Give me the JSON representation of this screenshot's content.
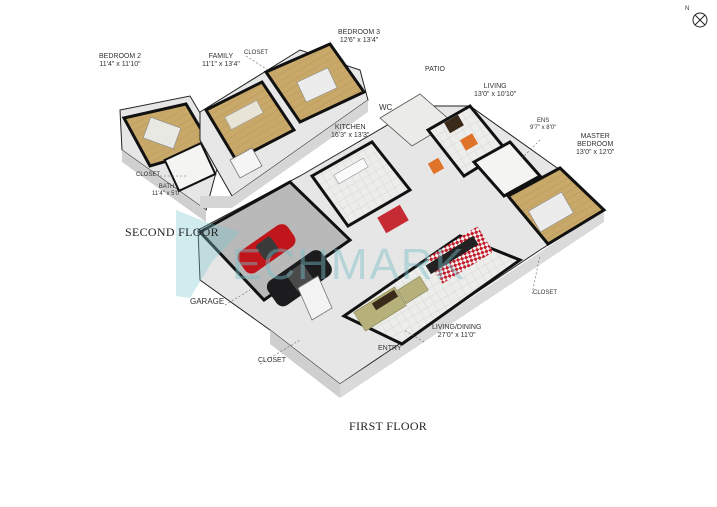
{
  "compass": {
    "letter": "N"
  },
  "watermark": {
    "text": "ECHMARK"
  },
  "floors": {
    "second": "SECOND FLOOR",
    "first": "FIRST FLOOR"
  },
  "rooms": {
    "bedroom2": {
      "name": "BEDROOM 2",
      "dim": "11'4\" x 11'10\""
    },
    "family": {
      "name": "FAMILY",
      "dim": "11'1\" x 13'4\""
    },
    "closet_top": {
      "name": "CLOSET"
    },
    "bedroom3": {
      "name": "BEDROOM 3",
      "dim": "12'6\" x 13'4\""
    },
    "patio": {
      "name": "PATIO"
    },
    "wc": {
      "name": "WC"
    },
    "living": {
      "name": "LIVING",
      "dim": "13'0\" x 10'10\""
    },
    "kitchen": {
      "name": "KITCHEN",
      "dim": "16'3\" x 13'3\""
    },
    "ens": {
      "name": "ENS",
      "dim": "9'7\" x 8'0\""
    },
    "master": {
      "name": "MASTER",
      "name2": "BEDROOM",
      "dim": "13'0\" x 12'0\""
    },
    "closet_left": {
      "name": "CLOSET"
    },
    "bath": {
      "name": "BATH",
      "dim": "11'4\" x 5'0\""
    },
    "closet_right": {
      "name": "CLOSET"
    },
    "garage": {
      "name": "GARAGE"
    },
    "entry": {
      "name": "ENTRY"
    },
    "living_dining": {
      "name": "LIVING/DINING",
      "dim": "27'0\" x 11'0\""
    },
    "closet_bottom": {
      "name": "CLOSET"
    }
  },
  "colors": {
    "wall_top": "#1a1a1a",
    "wall_side": "#d8d8d8",
    "floor_wood": "#c9a96a",
    "floor_tile": "#ececec",
    "garage_floor": "#bdbdbd",
    "car_red": "#c0161b",
    "car_black": "#1c1c1e",
    "rug_red": "#c62a33",
    "sofa_olive": "#b6b07a",
    "chair_orange": "#e0732a"
  }
}
